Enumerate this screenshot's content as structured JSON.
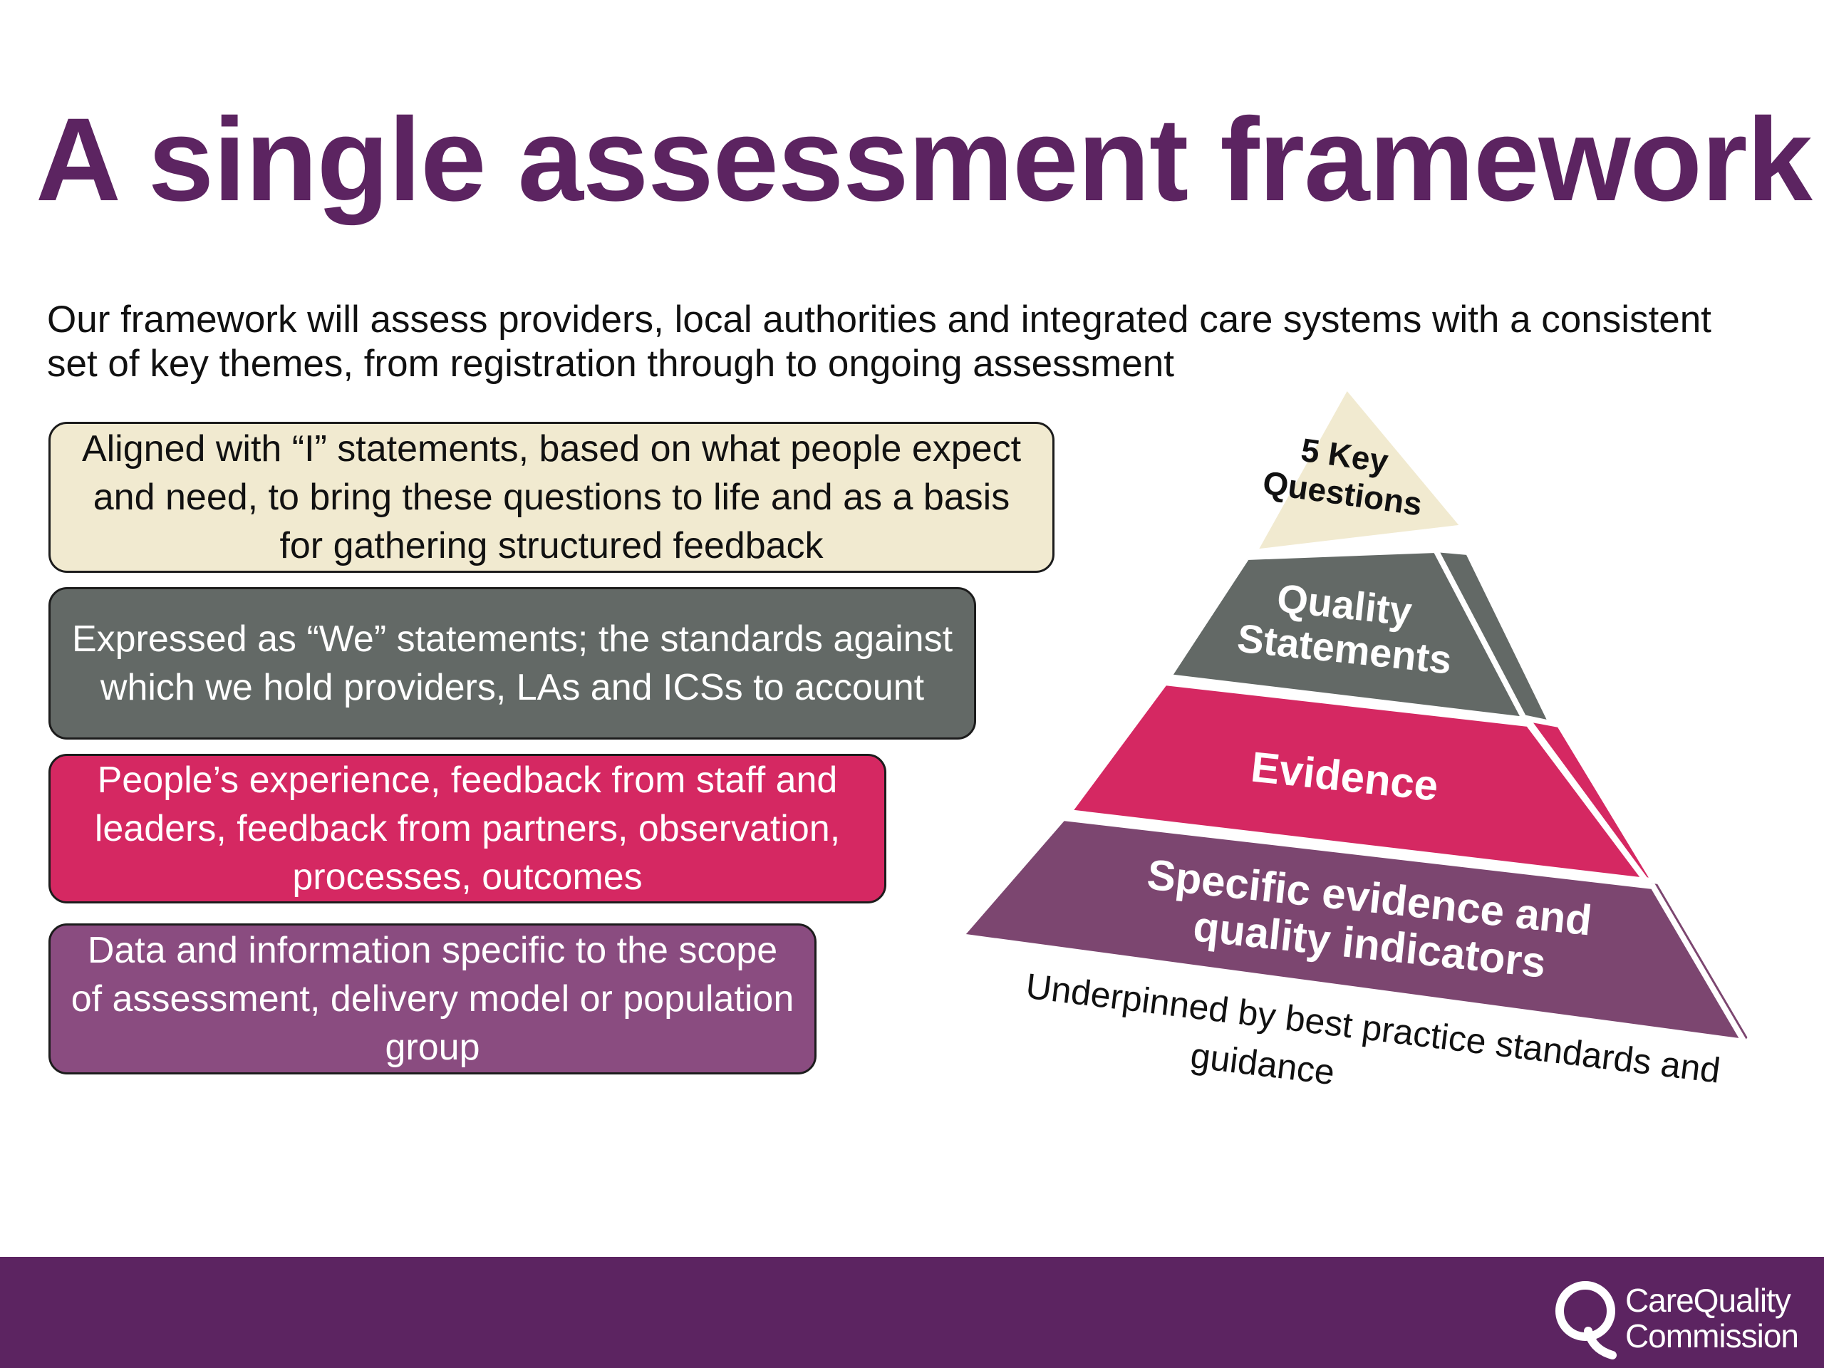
{
  "slide": {
    "title": "A single assessment framework",
    "intro": "Our framework will assess providers, local authorities and integrated care systems with a consistent set of key themes, from registration through to ongoing assessment"
  },
  "boxes": [
    {
      "text": "Aligned with “I” statements, based on what people expect and need, to bring these questions to life and as a basis for gathering structured feedback",
      "color": "#f1ead0"
    },
    {
      "text": "Expressed as “We” statements; the standards against which we hold providers, LAs and ICSs to account",
      "color": "#636966"
    },
    {
      "text": "People’s experience, feedback from staff and leaders, feedback from partners, observation, processes, outcomes",
      "color": "#d52862"
    },
    {
      "text": "Data and information specific to the scope of assessment, delivery model or population group",
      "color": "#8a4c80"
    }
  ],
  "pyramid": {
    "tiers": [
      {
        "line1": "5 Key",
        "line2": "Questions",
        "color": "#f1ead0"
      },
      {
        "line1": "Quality",
        "line2": "Statements",
        "color": "#636966"
      },
      {
        "line1": "Evidence",
        "line2": "",
        "color": "#d52862"
      },
      {
        "line1": "Specific evidence and",
        "line2": "quality indicators",
        "color": "#7c4670"
      }
    ],
    "caption_line1": "Underpinned by best practice standards and",
    "caption_line2": "guidance"
  },
  "footer": {
    "logo_line1": "CareQuality",
    "logo_line2": "Commission",
    "color": "#5c2461"
  }
}
